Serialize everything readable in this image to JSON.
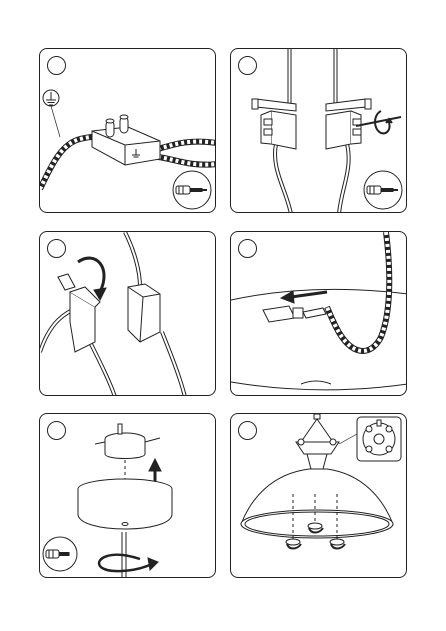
{
  "page": {
    "background": "#ffffff",
    "line_color": "#222222"
  },
  "steps": [
    {
      "id": 1,
      "illustration": "wire-to-connector-block-with-earth",
      "icons": [
        "earth-ground-icon",
        "flathead-screwdriver-icon"
      ]
    },
    {
      "id": 2,
      "illustration": "terminal-block-screw-connection",
      "icons": [
        "rotate-clockwise-icon",
        "flathead-screwdriver-icon"
      ]
    },
    {
      "id": 3,
      "illustration": "flip-connector-cover",
      "icons": [
        "curved-arrow-icon"
      ]
    },
    {
      "id": 4,
      "illustration": "remove-connector-from-canopy",
      "icons": [
        "straight-arrow-left-icon"
      ]
    },
    {
      "id": 5,
      "illustration": "mount-canopy-to-ceiling-box",
      "icons": [
        "arrow-up-icon",
        "rotate-arrow-icon",
        "flathead-screwdriver-icon"
      ]
    },
    {
      "id": 6,
      "illustration": "install-bulbs-in-pendant-shade",
      "icons": [
        "rotate-arrow-icon",
        "bulb-socket-detail-icon"
      ]
    }
  ]
}
